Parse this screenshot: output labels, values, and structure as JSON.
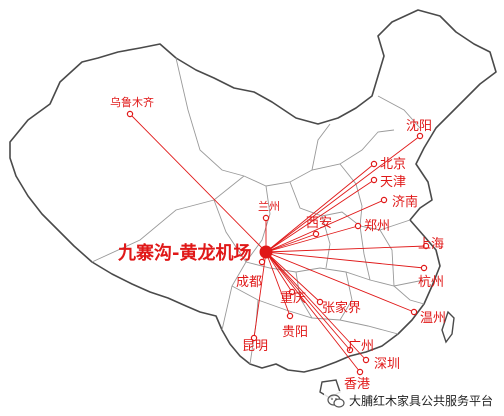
{
  "colors": {
    "route": "#e01818",
    "label": "#e01818",
    "border": "#4a4a4a",
    "province": "#9a9a9a",
    "land": "#ffffff"
  },
  "hub": {
    "name": "九寨沟-黄龙机场"
  },
  "cities": [
    {
      "id": "urumqi",
      "name": "乌鲁木齐"
    },
    {
      "id": "shenyang",
      "name": "沈阳"
    },
    {
      "id": "beijing",
      "name": "北京"
    },
    {
      "id": "tianjin",
      "name": "天津"
    },
    {
      "id": "jinan",
      "name": "济南"
    },
    {
      "id": "lanzhou",
      "name": "兰州"
    },
    {
      "id": "xian",
      "name": "西安"
    },
    {
      "id": "zhengzhou",
      "name": "郑州"
    },
    {
      "id": "shanghai",
      "name": "上海"
    },
    {
      "id": "hangzhou",
      "name": "杭州"
    },
    {
      "id": "chengdu",
      "name": "成都"
    },
    {
      "id": "chongqing",
      "name": "重庆"
    },
    {
      "id": "zhangjiajie",
      "name": "张家界"
    },
    {
      "id": "wenzhou",
      "name": "温州"
    },
    {
      "id": "guiyang",
      "name": "贵阳"
    },
    {
      "id": "kunming",
      "name": "昆明"
    },
    {
      "id": "guangzhou",
      "name": "广州"
    },
    {
      "id": "shenzhen",
      "name": "深圳"
    },
    {
      "id": "hongkong",
      "name": "香港"
    }
  ],
  "watermark": {
    "text": "大脯红木家具公共服务平台",
    "icon": "wechat-icon"
  }
}
